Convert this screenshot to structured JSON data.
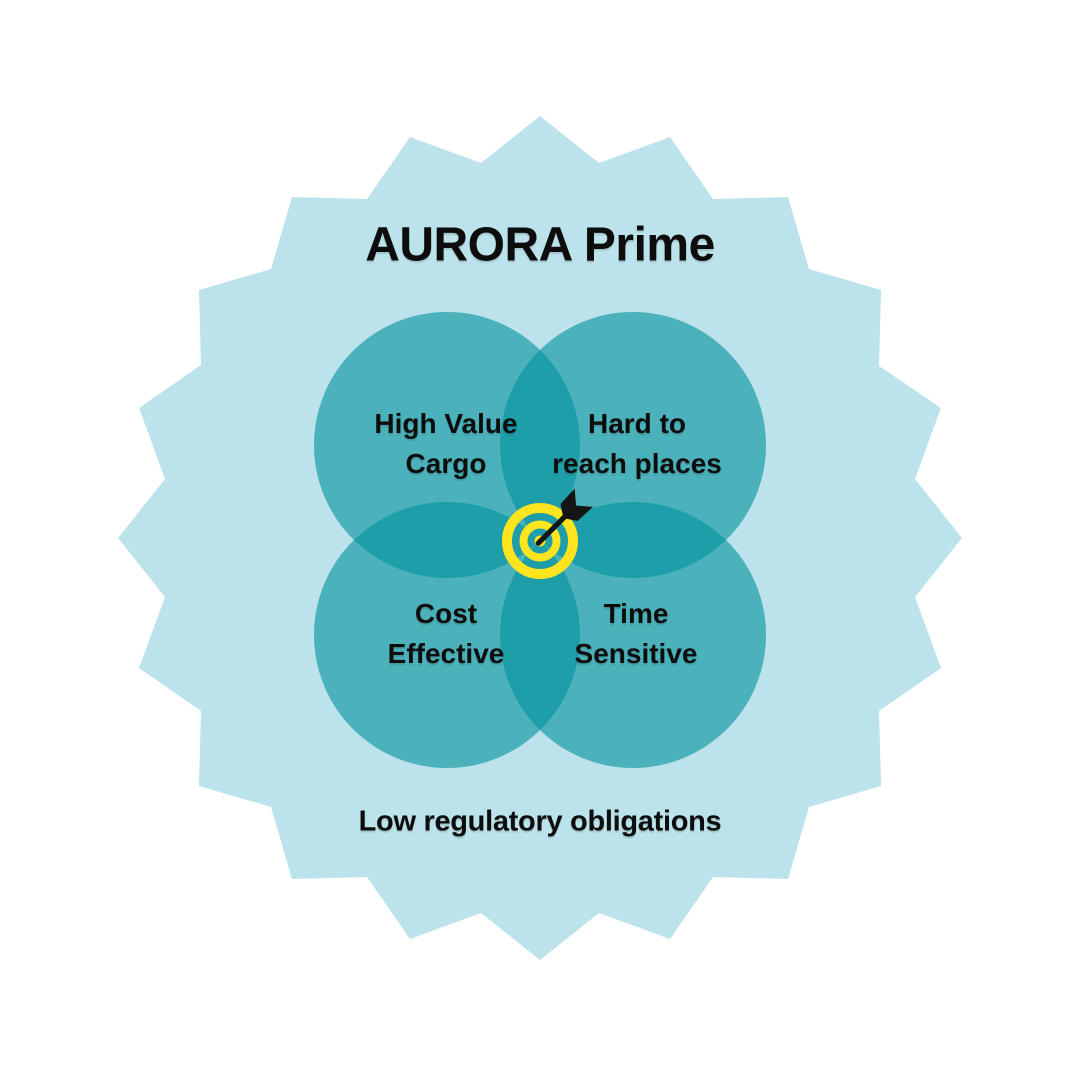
{
  "diagram": {
    "title": "AURORA Prime",
    "bottom_note": "Low regulatory obligations",
    "center_icon": "dart-target-icon",
    "venn": {
      "circles": [
        {
          "position": "top-left",
          "label": "High Value Cargo",
          "lines": [
            "High Value",
            "Cargo"
          ]
        },
        {
          "position": "top-right",
          "label": "Hard to reach places",
          "lines": [
            "Hard to",
            "reach places"
          ]
        },
        {
          "position": "bottom-left",
          "label": "Cost Effective",
          "lines": [
            "Cost",
            "Effective"
          ]
        },
        {
          "position": "bottom-right",
          "label": "Time Sensitive",
          "lines": [
            "Time",
            "Sensitive"
          ]
        }
      ]
    },
    "colors": {
      "background": "#ffffff",
      "starburst": "#bce3ec",
      "circle_fill": "#00919c",
      "circle_opacity": "0.6",
      "single_circle_visible": "#4ab2bc",
      "pair_overlap_visible": "#1e9ea9",
      "target_yellow": "#ffe41e",
      "arrow_black": "#151515",
      "text": "#0d0d0d"
    }
  }
}
